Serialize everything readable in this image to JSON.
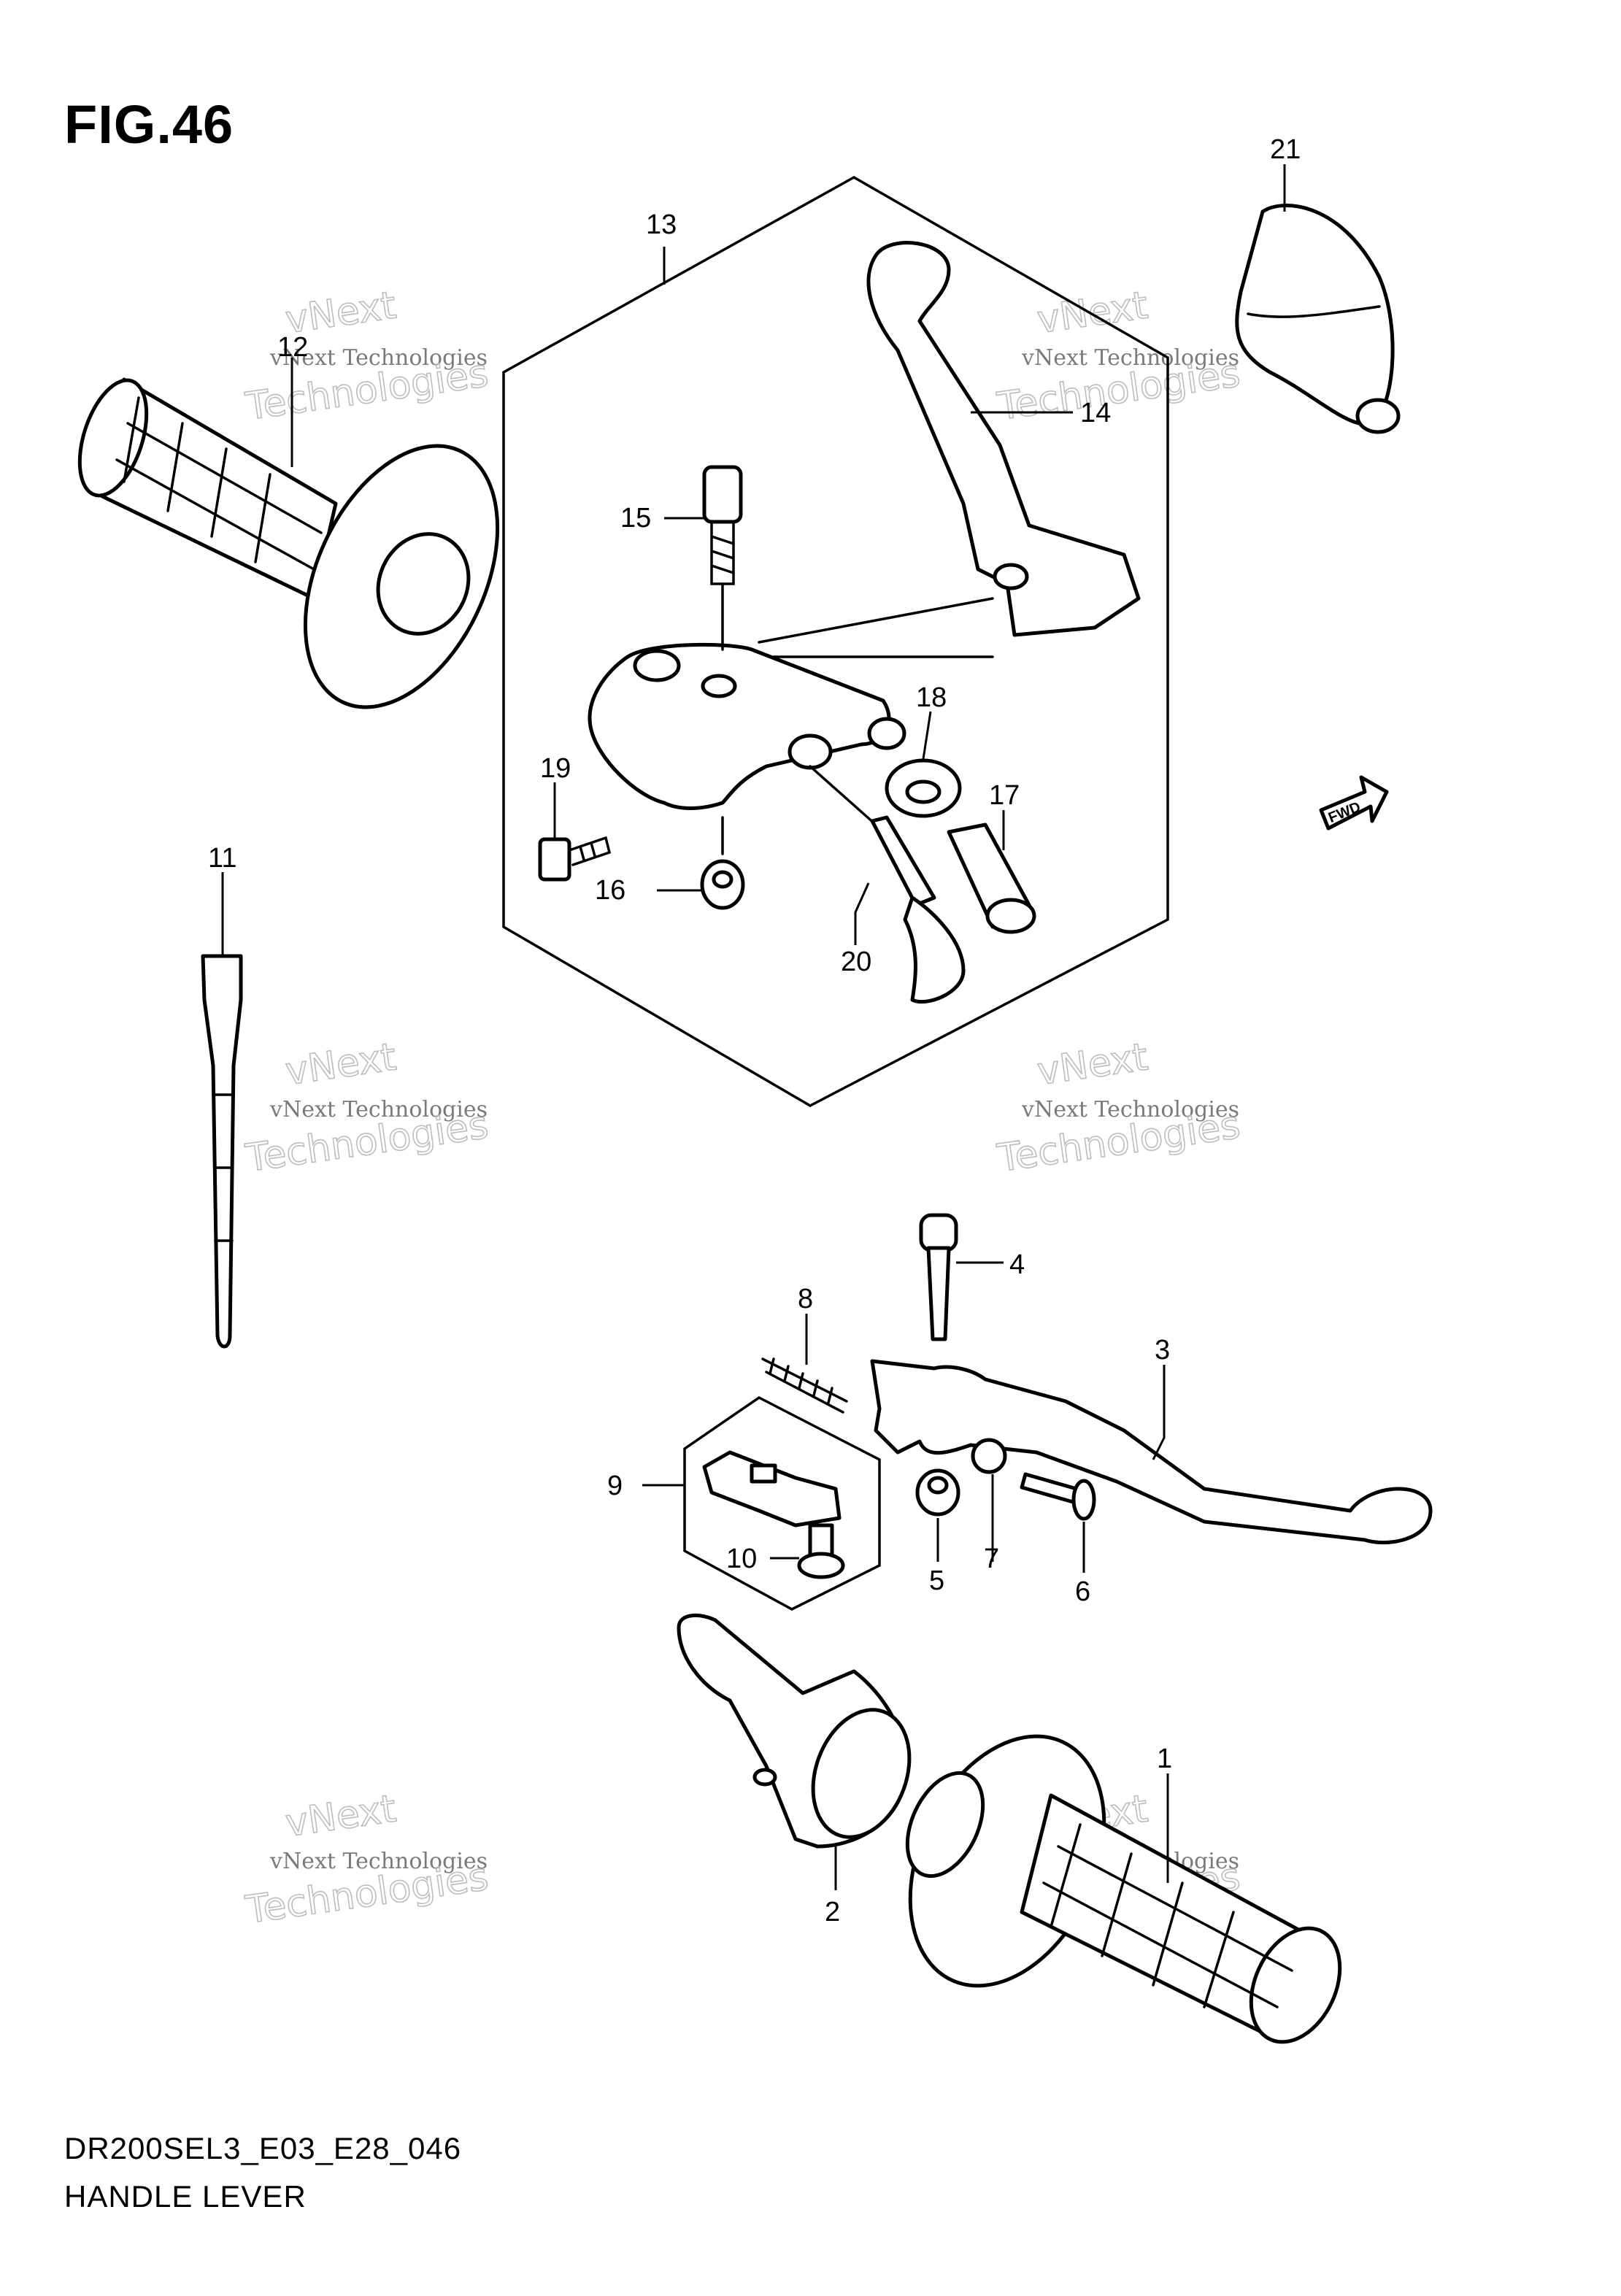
{
  "figure": {
    "title": "FIG.46",
    "model_code": "DR200SEL3_E03_E28_046",
    "name": "HANDLE LEVER"
  },
  "callouts": [
    "1",
    "2",
    "3",
    "4",
    "5",
    "6",
    "7",
    "8",
    "9",
    "10",
    "11",
    "12",
    "13",
    "14",
    "15",
    "16",
    "17",
    "18",
    "19",
    "20",
    "21"
  ],
  "watermark": {
    "line1": "vNext Technologies",
    "line2": "vNext",
    "line3": "Technologies"
  },
  "fwd_label": "FWD"
}
